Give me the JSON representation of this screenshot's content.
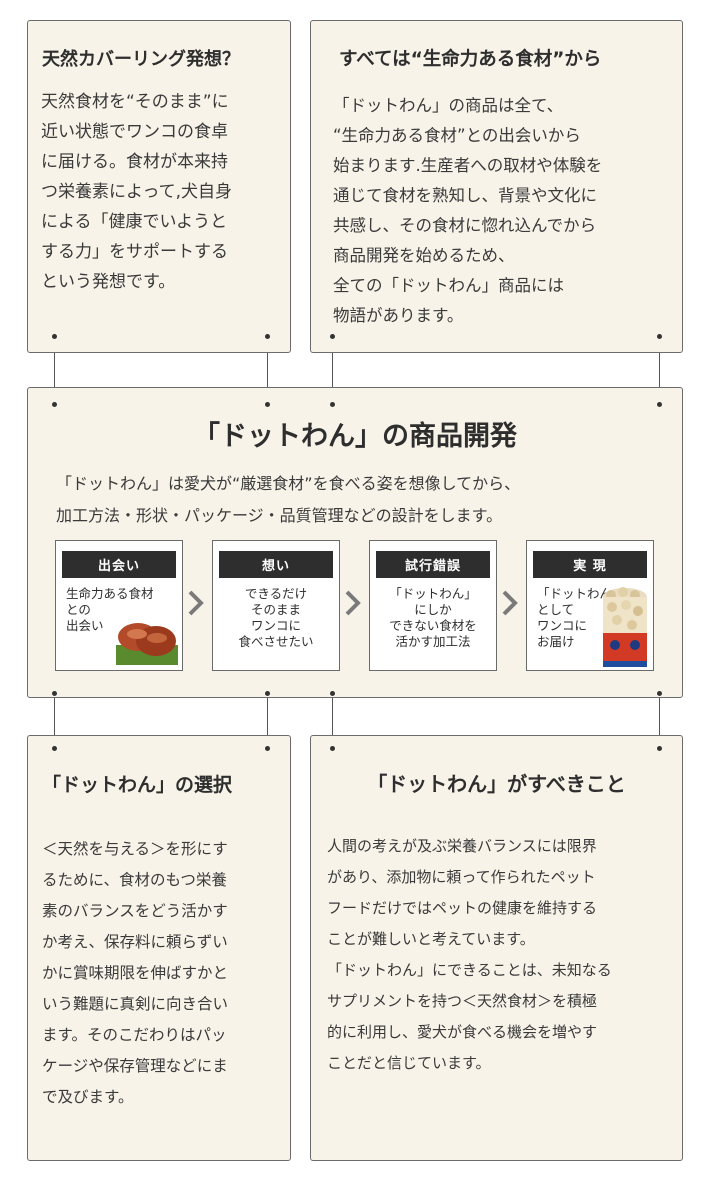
{
  "box1": {
    "title": "天然カバーリング発想？",
    "body": "天然食材を“そのまま”に\n近い状態でワンコの食卓\nに届ける。食材が本来持\nつ栄養素によって,犬自身\nによる「健康でいようと\nする力」をサポートする\nという発想です。"
  },
  "box2": {
    "title": "すべては“生命力ある食材”から",
    "body": "「ドットわん」の商品は全て、\n“生命力ある食材”との出会いから\n始まります.生産者への取材や体験を\n通じて食材を熟知し、背景や文化に\n共感し、その食材に惚れ込んでから\n商品開発を始めるため、\n全ての「ドットわん」商品には\n物語があります。"
  },
  "center": {
    "title": "「ドットわん」の商品開発",
    "intro": "「ドットわん」は愛犬が“厳選食材”を食べる姿を想像してから、\n加工方法・形状・パッケージ・品質管理などの設計をします。",
    "steps": [
      {
        "label": "出会い",
        "text": "生命力ある食材\nとの\n出会い",
        "image": "meat-photo"
      },
      {
        "label": "想い",
        "text": "できるだけ\nそのまま\nワンコに\n食べさせたい"
      },
      {
        "label": "試行錯誤",
        "text": "「ドットわん」\nにしか\nできない食材を\n活かす加工法"
      },
      {
        "label": "実 現",
        "text": "「ドットわん」\nとして\nワンコに\nお届け",
        "image": "product-jar-photo"
      }
    ],
    "arrow_icon": "chevron-right-icon"
  },
  "box3": {
    "title": "「ドットわん」の選択",
    "body": "＜天然を与える＞を形にす\nるために、食材のもつ栄養\n素のバランスをどう活かす\nか考え、保存料に頼らずい\nかに賞味期限を伸ばすかと\nいう難題に真剣に向き合い\nます。そのこだわりはパッ\nケージや保存管理などにま\nで及びます。"
  },
  "box4": {
    "title": "「ドットわん」がすべきこと",
    "body": "人間の考えが及ぶ栄養バランスには限界\nがあり、添加物に頼って作られたペット\nフードだけではペットの健康を維持する\nことが難しいと考えています。\n「ドットわん」にできることは、未知なる\nサプリメントを持つ＜天然食材＞を積極\n的に利用し、愛犬が食べる機会を増やす\nことだと信じています。"
  },
  "colors": {
    "panel": "#f7f3e9",
    "border": "#6b6b6b",
    "heading": "#2e2e2e",
    "label_bg": "#2e2e2e"
  }
}
